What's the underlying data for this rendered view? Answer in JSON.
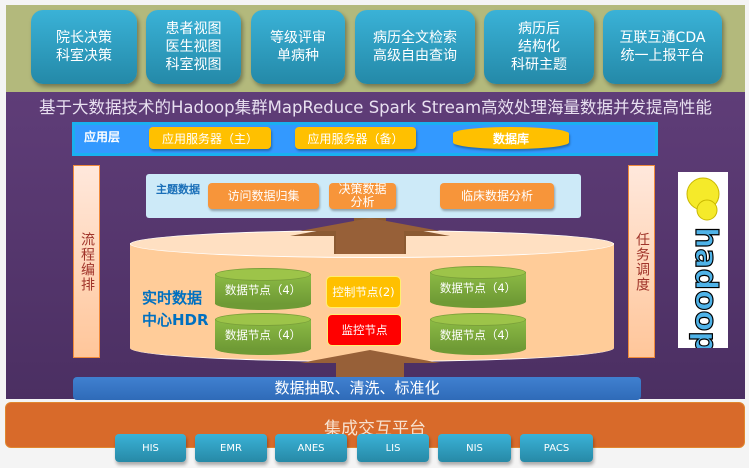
{
  "top_modules": [
    "院长决策\n科室决策",
    "患者视图\n医生视图\n科室视图",
    "等级评审\n单病种",
    "病历全文检索\n高级自由查询",
    "病历后\n结构化\n科研主题",
    "互联互通CDA\n统一上报平台"
  ],
  "title": "基于大数据技术的Hadoop集群MapReduce Spark Stream高效处理海量数据并发提高性能",
  "app_layer": {
    "label": "应用层",
    "items": [
      "应用服务器（主）",
      "应用服务器（备）",
      "数据库"
    ]
  },
  "left_panel": "流程编排",
  "right_panel": "任务调度",
  "logo": "hadoop",
  "theme": {
    "label": "主题数据",
    "items": [
      "访问数据归集",
      "决策数据分析",
      "临床数据分析"
    ]
  },
  "hdr": {
    "label": "实时数据\n中心HDR",
    "data_nodes": [
      "数据节点（4）",
      "数据节点（4）",
      "数据节点（4）",
      "数据节点（4）"
    ],
    "control_node": "控制节点(2)",
    "monitor_node": "监控节点"
  },
  "etl_bar": "数据抽取、清洗、标准化",
  "platform": {
    "label": "集成交互平台",
    "systems": [
      "HIS",
      "EMR",
      "ANES",
      "LIS",
      "NIS",
      "PACS"
    ]
  },
  "colors": {
    "olive": "#b3b97c",
    "purple": "#5b3a73",
    "blue": "#3399ff",
    "orange": "#d86a2a",
    "teal": "#31a7cc",
    "green": "#8dbb45"
  }
}
